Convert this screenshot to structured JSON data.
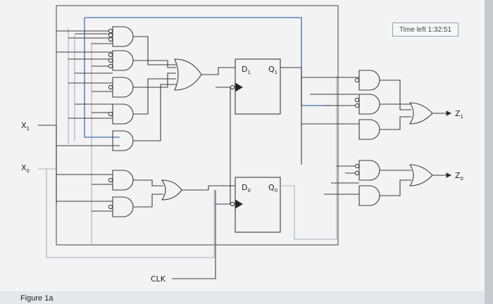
{
  "timer": {
    "text": "Time left 1:32:51"
  },
  "caption": "Figure 1a",
  "labels": {
    "x1": "X",
    "x1_sub": "1",
    "x0": "X",
    "x0_sub": "0",
    "clk": "CLK",
    "d1": "D",
    "d1_sub": "1",
    "q1": "Q",
    "q1_sub": "1",
    "d0": "D",
    "d0_sub": "0",
    "q0": "Q",
    "q0_sub": "0",
    "z1": "Z",
    "z1_sub": "1",
    "z0": "Z",
    "z0_sub": "0"
  },
  "colors": {
    "wire": "#3c3c3c",
    "highlight_wire": "#3d6fb5",
    "faint_wire": "#a9b0b8"
  }
}
